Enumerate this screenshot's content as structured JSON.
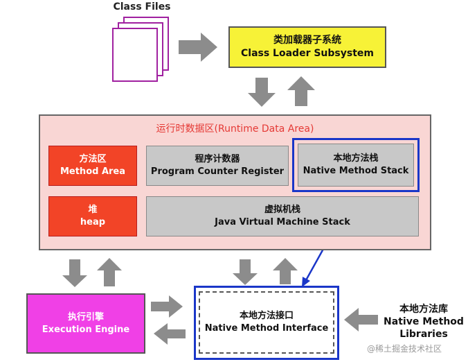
{
  "class_files": {
    "title": "Class Files"
  },
  "class_loader": {
    "line1": "类加载器子系统",
    "line2": "Class Loader Subsystem"
  },
  "runtime_data_area": {
    "title": "运行时数据区(Runtime Data Area)",
    "method_area": {
      "line1": "方法区",
      "line2": "Method Area"
    },
    "pc_register": {
      "line1": "程序计数器",
      "line2": "Program Counter Register"
    },
    "native_method_stack": {
      "line1": "本地方法栈",
      "line2": "Native Method Stack"
    },
    "heap": {
      "line1": "堆",
      "line2": "heap"
    },
    "jvm_stack": {
      "line1": "虚拟机栈",
      "line2": "Java Virtual Machine Stack"
    }
  },
  "execution_engine": {
    "line1": "执行引擎",
    "line2": "Execution Engine"
  },
  "native_interface": {
    "line1": "本地方法接口",
    "line2": "Native Method Interface"
  },
  "native_libraries": {
    "line1": "本地方法库",
    "line2": "Native Method",
    "line3": "Libraries"
  },
  "watermark": "@稀土掘金技术社区",
  "colors": {
    "arrow_fill": "#8c8c8c",
    "highlight_blue": "#1a36c8",
    "loader_yellow": "#f7f237",
    "area_red": "#f24427",
    "engine_magenta": "#f040e6"
  }
}
